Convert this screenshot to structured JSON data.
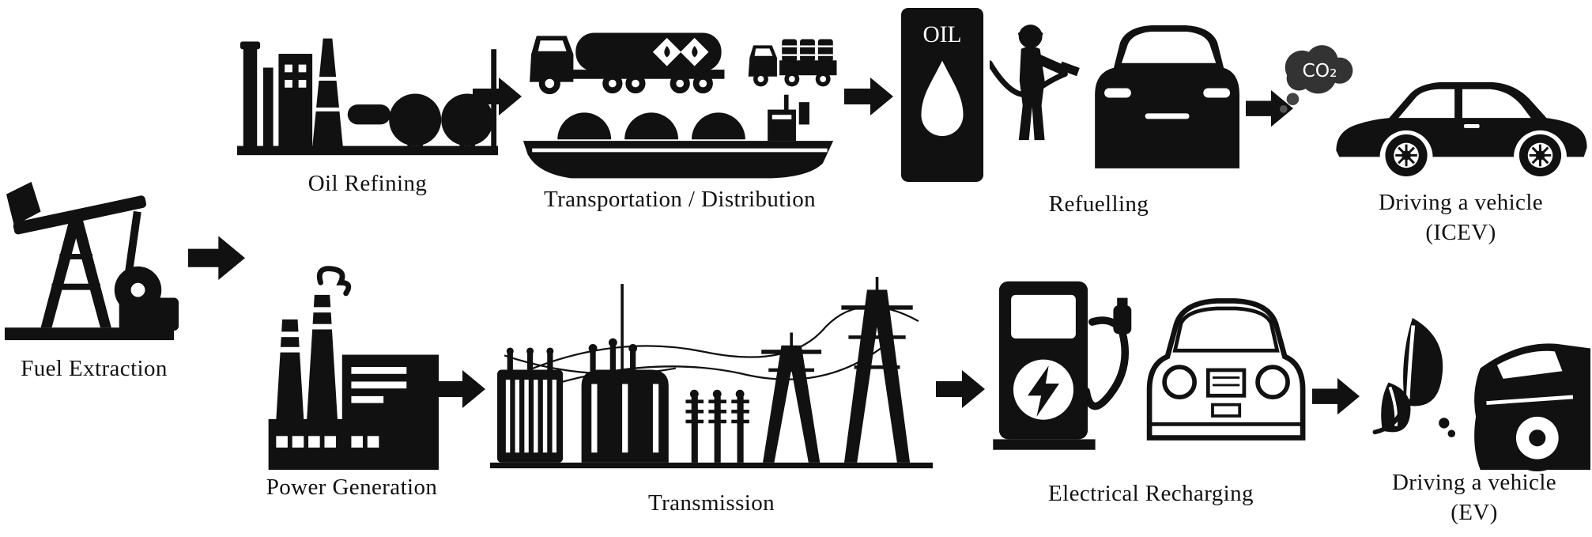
{
  "diagram": {
    "stages": {
      "fuel_extraction": {
        "label": "Fuel Extraction"
      },
      "oil_refining": {
        "label": "Oil Refining"
      },
      "transportation": {
        "label": "Transportation / Distribution"
      },
      "refuelling": {
        "label": "Refuelling"
      },
      "driving_icev": {
        "label": "Driving a vehicle",
        "sublabel": "(ICEV)"
      },
      "power_generation": {
        "label": "Power Generation"
      },
      "transmission": {
        "label": "Transmission"
      },
      "electrical_recharging": {
        "label": "Electrical Recharging"
      },
      "driving_ev": {
        "label": "Driving a vehicle",
        "sublabel": "(EV)"
      }
    },
    "annotations": {
      "oil_can_text": "OIL",
      "co2_text": "CO₂"
    },
    "colors": {
      "silhouette": "#111111",
      "background": "#ffffff",
      "co2_cloud": "#333333"
    }
  }
}
